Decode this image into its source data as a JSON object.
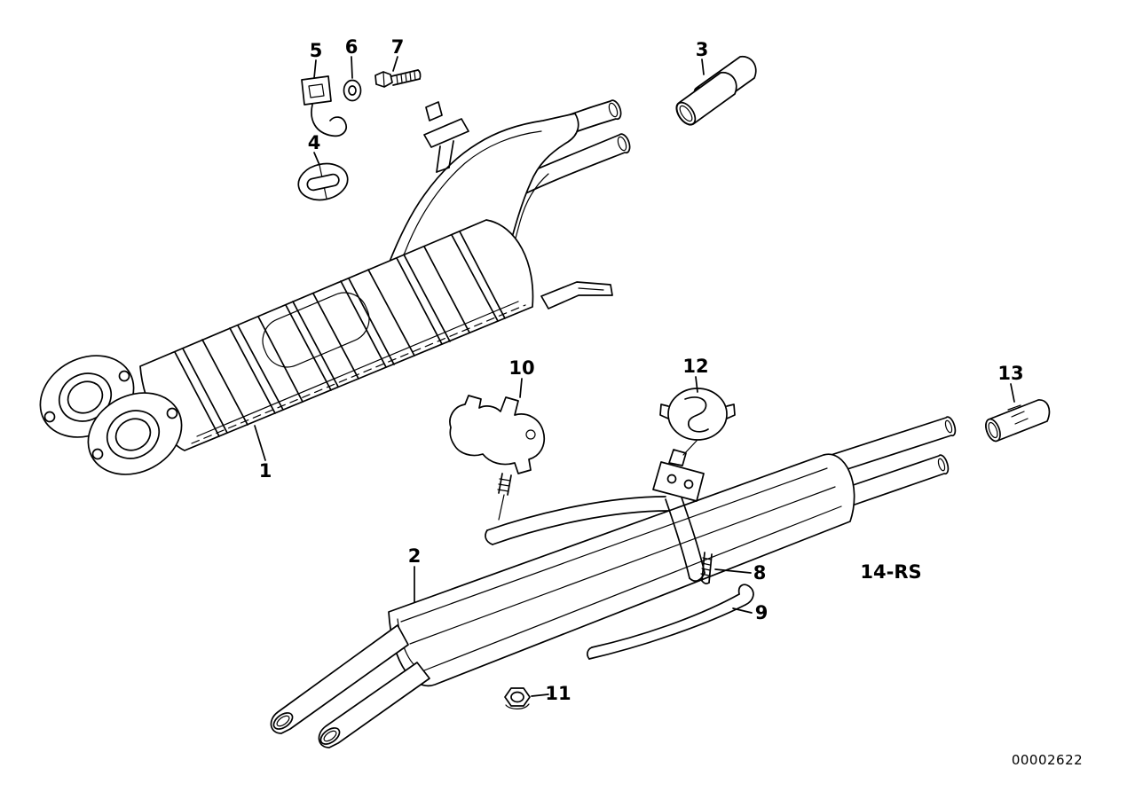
{
  "diagram": {
    "doc_number": "00002622",
    "callouts": {
      "c1": "1",
      "c2": "2",
      "c3": "3",
      "c4": "4",
      "c5": "5",
      "c6": "6",
      "c7": "7",
      "c8": "8",
      "c9": "9",
      "c10": "10",
      "c11": "11",
      "c12": "12",
      "c13": "13",
      "c14rs": "14-RS"
    },
    "colors": {
      "line": "#000000",
      "background": "#ffffff"
    }
  }
}
